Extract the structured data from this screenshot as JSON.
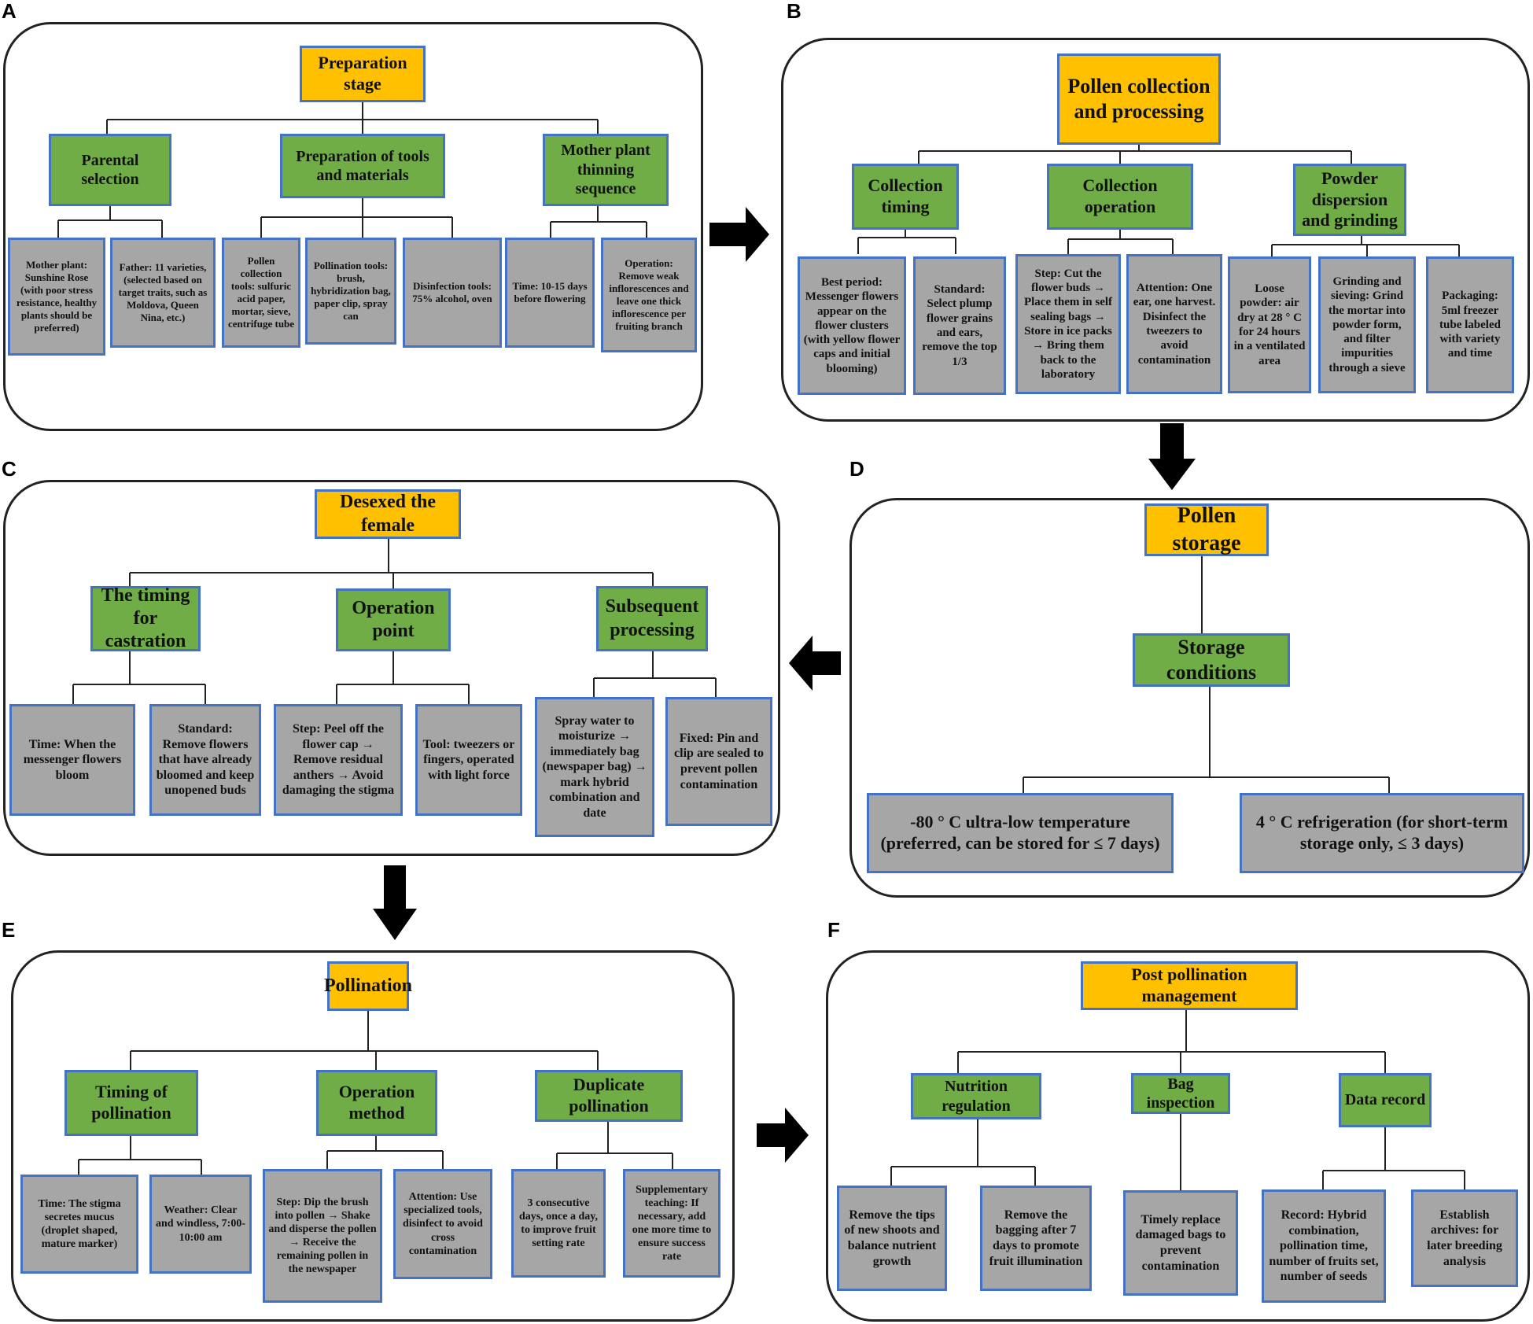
{
  "panels": {
    "A": {
      "label": "A",
      "title": "Preparation stage",
      "categories": [
        "Parental selection",
        "Preparation of tools and materials",
        "Mother plant thinning sequence"
      ],
      "leaves": [
        "Mother plant: Sunshine Rose (with poor stress resistance, healthy plants should be preferred)",
        "Father: 11 varieties, (selected based on target traits, such as Moldova, Queen Nina, etc.)",
        "Pollen collection tools: sulfuric acid paper, mortar, sieve, centrifuge tube",
        "Pollination tools: brush, hybridization bag, paper clip, spray can",
        "Disinfection tools: 75% alcohol, oven",
        "Time: 10-15 days before flowering",
        "Operation: Remove weak inflorescences and leave one thick inflorescence per fruiting branch"
      ]
    },
    "B": {
      "label": "B",
      "title": "Pollen collection and processing",
      "categories": [
        "Collection timing",
        "Collection operation",
        "Powder dispersion and grinding"
      ],
      "leaves": [
        "Best period: Messenger flowers appear on the flower clusters (with yellow flower caps and initial blooming)",
        "Standard: Select plump flower grains and ears, remove the top 1/3",
        "Step: Cut the flower buds → Place them in self sealing bags → Store in ice packs → Bring them back to the laboratory",
        "Attention: One ear, one harvest. Disinfect the tweezers to avoid contamination",
        "Loose powder: air dry at 28 ° C for 24 hours in a ventilated area",
        "Grinding and sieving: Grind the mortar into powder form, and filter impurities through a sieve",
        "Packaging: 5ml freezer tube labeled with variety and time"
      ]
    },
    "C": {
      "label": "C",
      "title": "Desexed the female",
      "categories": [
        "The timing for castration",
        "Operation point",
        "Subsequent processing"
      ],
      "leaves": [
        "Time: When the messenger flowers bloom",
        "Standard: Remove flowers that have already bloomed and keep unopened buds",
        "Step: Peel off the flower cap → Remove residual anthers → Avoid damaging the stigma",
        "Tool: tweezers or fingers, operated with light force",
        "Spray water to moisturize → immediately bag (newspaper bag) → mark hybrid combination and date",
        "Fixed: Pin and clip are sealed to prevent pollen contamination"
      ]
    },
    "D": {
      "label": "D",
      "title": "Pollen storage",
      "categories": [
        "Storage conditions"
      ],
      "leaves": [
        "-80 ° C ultra-low temperature (preferred, can be stored for ≤ 7 days)",
        "4 ° C refrigeration (for short-term storage only, ≤ 3 days)"
      ]
    },
    "E": {
      "label": "E",
      "title": "Pollination",
      "categories": [
        "Timing of pollination",
        "Operation method",
        "Duplicate pollination"
      ],
      "leaves": [
        "Time: The stigma secretes mucus (droplet shaped, mature marker)",
        "Weather: Clear and windless, 7:00-10:00 am",
        "Step: Dip the brush into pollen → Shake and disperse the pollen → Receive the remaining pollen in the newspaper",
        "Attention: Use specialized tools, disinfect to avoid cross contamination",
        "3 consecutive days, once a day, to improve fruit setting rate",
        "Supplementary teaching: If necessary, add one more time to ensure success rate"
      ]
    },
    "F": {
      "label": "F",
      "title": "Post pollination management",
      "categories": [
        "Nutrition regulation",
        "Bag inspection",
        "Data record"
      ],
      "leaves": [
        "Remove the tips of new shoots and balance nutrient growth",
        "Remove the bagging after 7 days to promote fruit illumination",
        "Timely replace damaged bags to prevent contamination",
        "Record: Hybrid combination, pollination time, number of fruits set, number of seeds",
        "Establish archives: for later breeding analysis"
      ]
    }
  },
  "colors": {
    "title_fill": "#ffc000",
    "category_fill": "#70ad47",
    "leaf_fill": "#a6a6a6",
    "box_border": "#4472c4",
    "arrow": "#000000"
  }
}
